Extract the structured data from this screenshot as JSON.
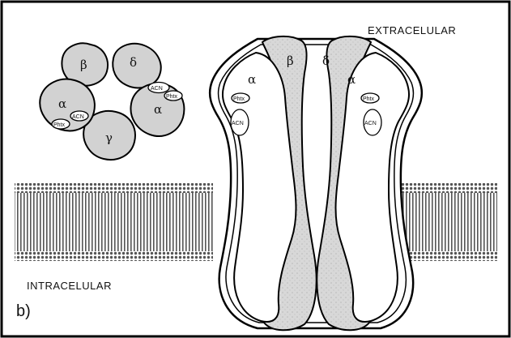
{
  "labels": {
    "extracellular": "EXTRACELULAR",
    "intracellular": "INTRACELULAR",
    "panel": "b)"
  },
  "top_view": {
    "subunits": [
      {
        "symbol": "β"
      },
      {
        "symbol": "δ"
      },
      {
        "symbol": "α",
        "sites": [
          "ACN",
          "Phtx"
        ]
      },
      {
        "symbol": "γ"
      },
      {
        "symbol": "α",
        "sites": [
          "Phtx",
          "ACN"
        ]
      }
    ]
  },
  "side_view": {
    "left_outer": {
      "symbol": "α",
      "sites": [
        "Phtx",
        "ACN"
      ]
    },
    "center_left": {
      "symbol": "β"
    },
    "center_right": {
      "symbol": "δ"
    },
    "right_outer": {
      "symbol": "α",
      "sites": [
        "Phtx",
        "ACN"
      ]
    }
  },
  "colors": {
    "frame": "#000000",
    "subunit_fill": "#d2d2d2",
    "inner_subunit_fill": "#d6d6d6",
    "membrane": "#555555"
  }
}
